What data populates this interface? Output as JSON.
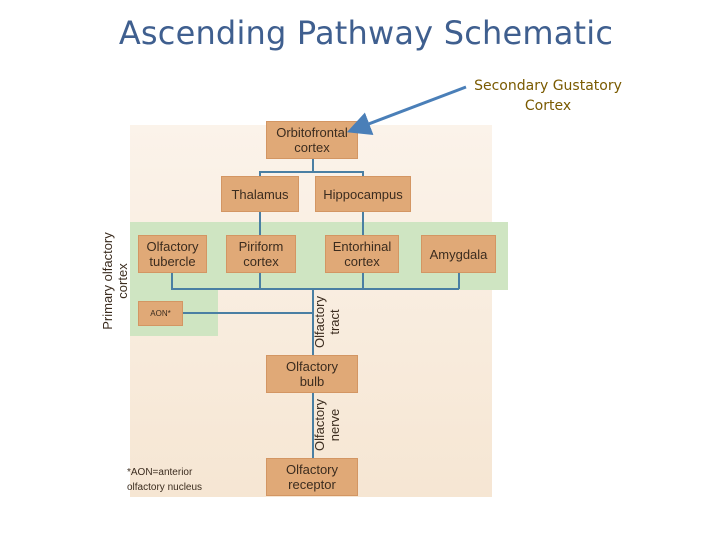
{
  "title": "Ascending Pathway Schematic",
  "callout": {
    "line1": "Secondary Gustatory",
    "line2": "Cortex"
  },
  "boxes": {
    "orbitofrontal": {
      "line1": "Orbitofrontal",
      "line2": "cortex"
    },
    "thalamus": "Thalamus",
    "hippocampus": "Hippocampus",
    "olfactory_tubercle": {
      "line1": "Olfactory",
      "line2": "tubercle"
    },
    "piriform": {
      "line1": "Piriform",
      "line2": "cortex"
    },
    "entorhinal": {
      "line1": "Entorhinal",
      "line2": "cortex"
    },
    "amygdala": "Amygdala",
    "aon": "AON*",
    "olfactory_bulb": {
      "line1": "Olfactory",
      "line2": "bulb"
    },
    "olfactory_receptor": {
      "line1": "Olfactory",
      "line2": "receptor"
    }
  },
  "vertical_labels": {
    "primary_cortex": {
      "line1": "Primary olfactory",
      "line2": "cortex"
    },
    "tract": {
      "line1": "Olfactory",
      "line2": "tract"
    },
    "nerve": {
      "line1": "Olfactory",
      "line2": "nerve"
    }
  },
  "footnote": {
    "line1": "*AON=anterior",
    "line2": "olfactory nucleus"
  },
  "colors": {
    "box": "#e0a977",
    "band": "#cfe5c2",
    "panel": "#f6e6d3",
    "connector": "#4a7fa3",
    "title": "#3f5f8f",
    "arrow": "#4a7fb8"
  }
}
